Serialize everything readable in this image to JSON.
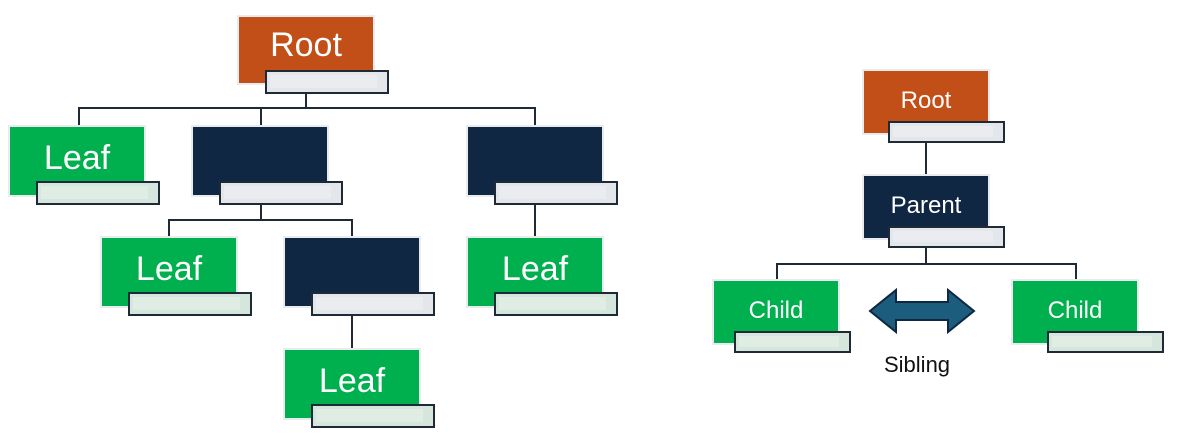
{
  "left_tree": {
    "root": "Root",
    "leaf_1": "Leaf",
    "leaf_2": "Leaf",
    "leaf_3": "Leaf",
    "leaf_4": "Leaf"
  },
  "right_tree": {
    "root": "Root",
    "parent": "Parent",
    "child_1": "Child",
    "child_2": "Child",
    "sibling_label": "Sibling"
  },
  "colors": {
    "root": "#c24f17",
    "parent": "#0f2742",
    "leaf": "#00b04f",
    "arrow": "#1c5c7d",
    "connector": "#1f2a36"
  },
  "arrow_icon": "double-headed-arrow-icon"
}
